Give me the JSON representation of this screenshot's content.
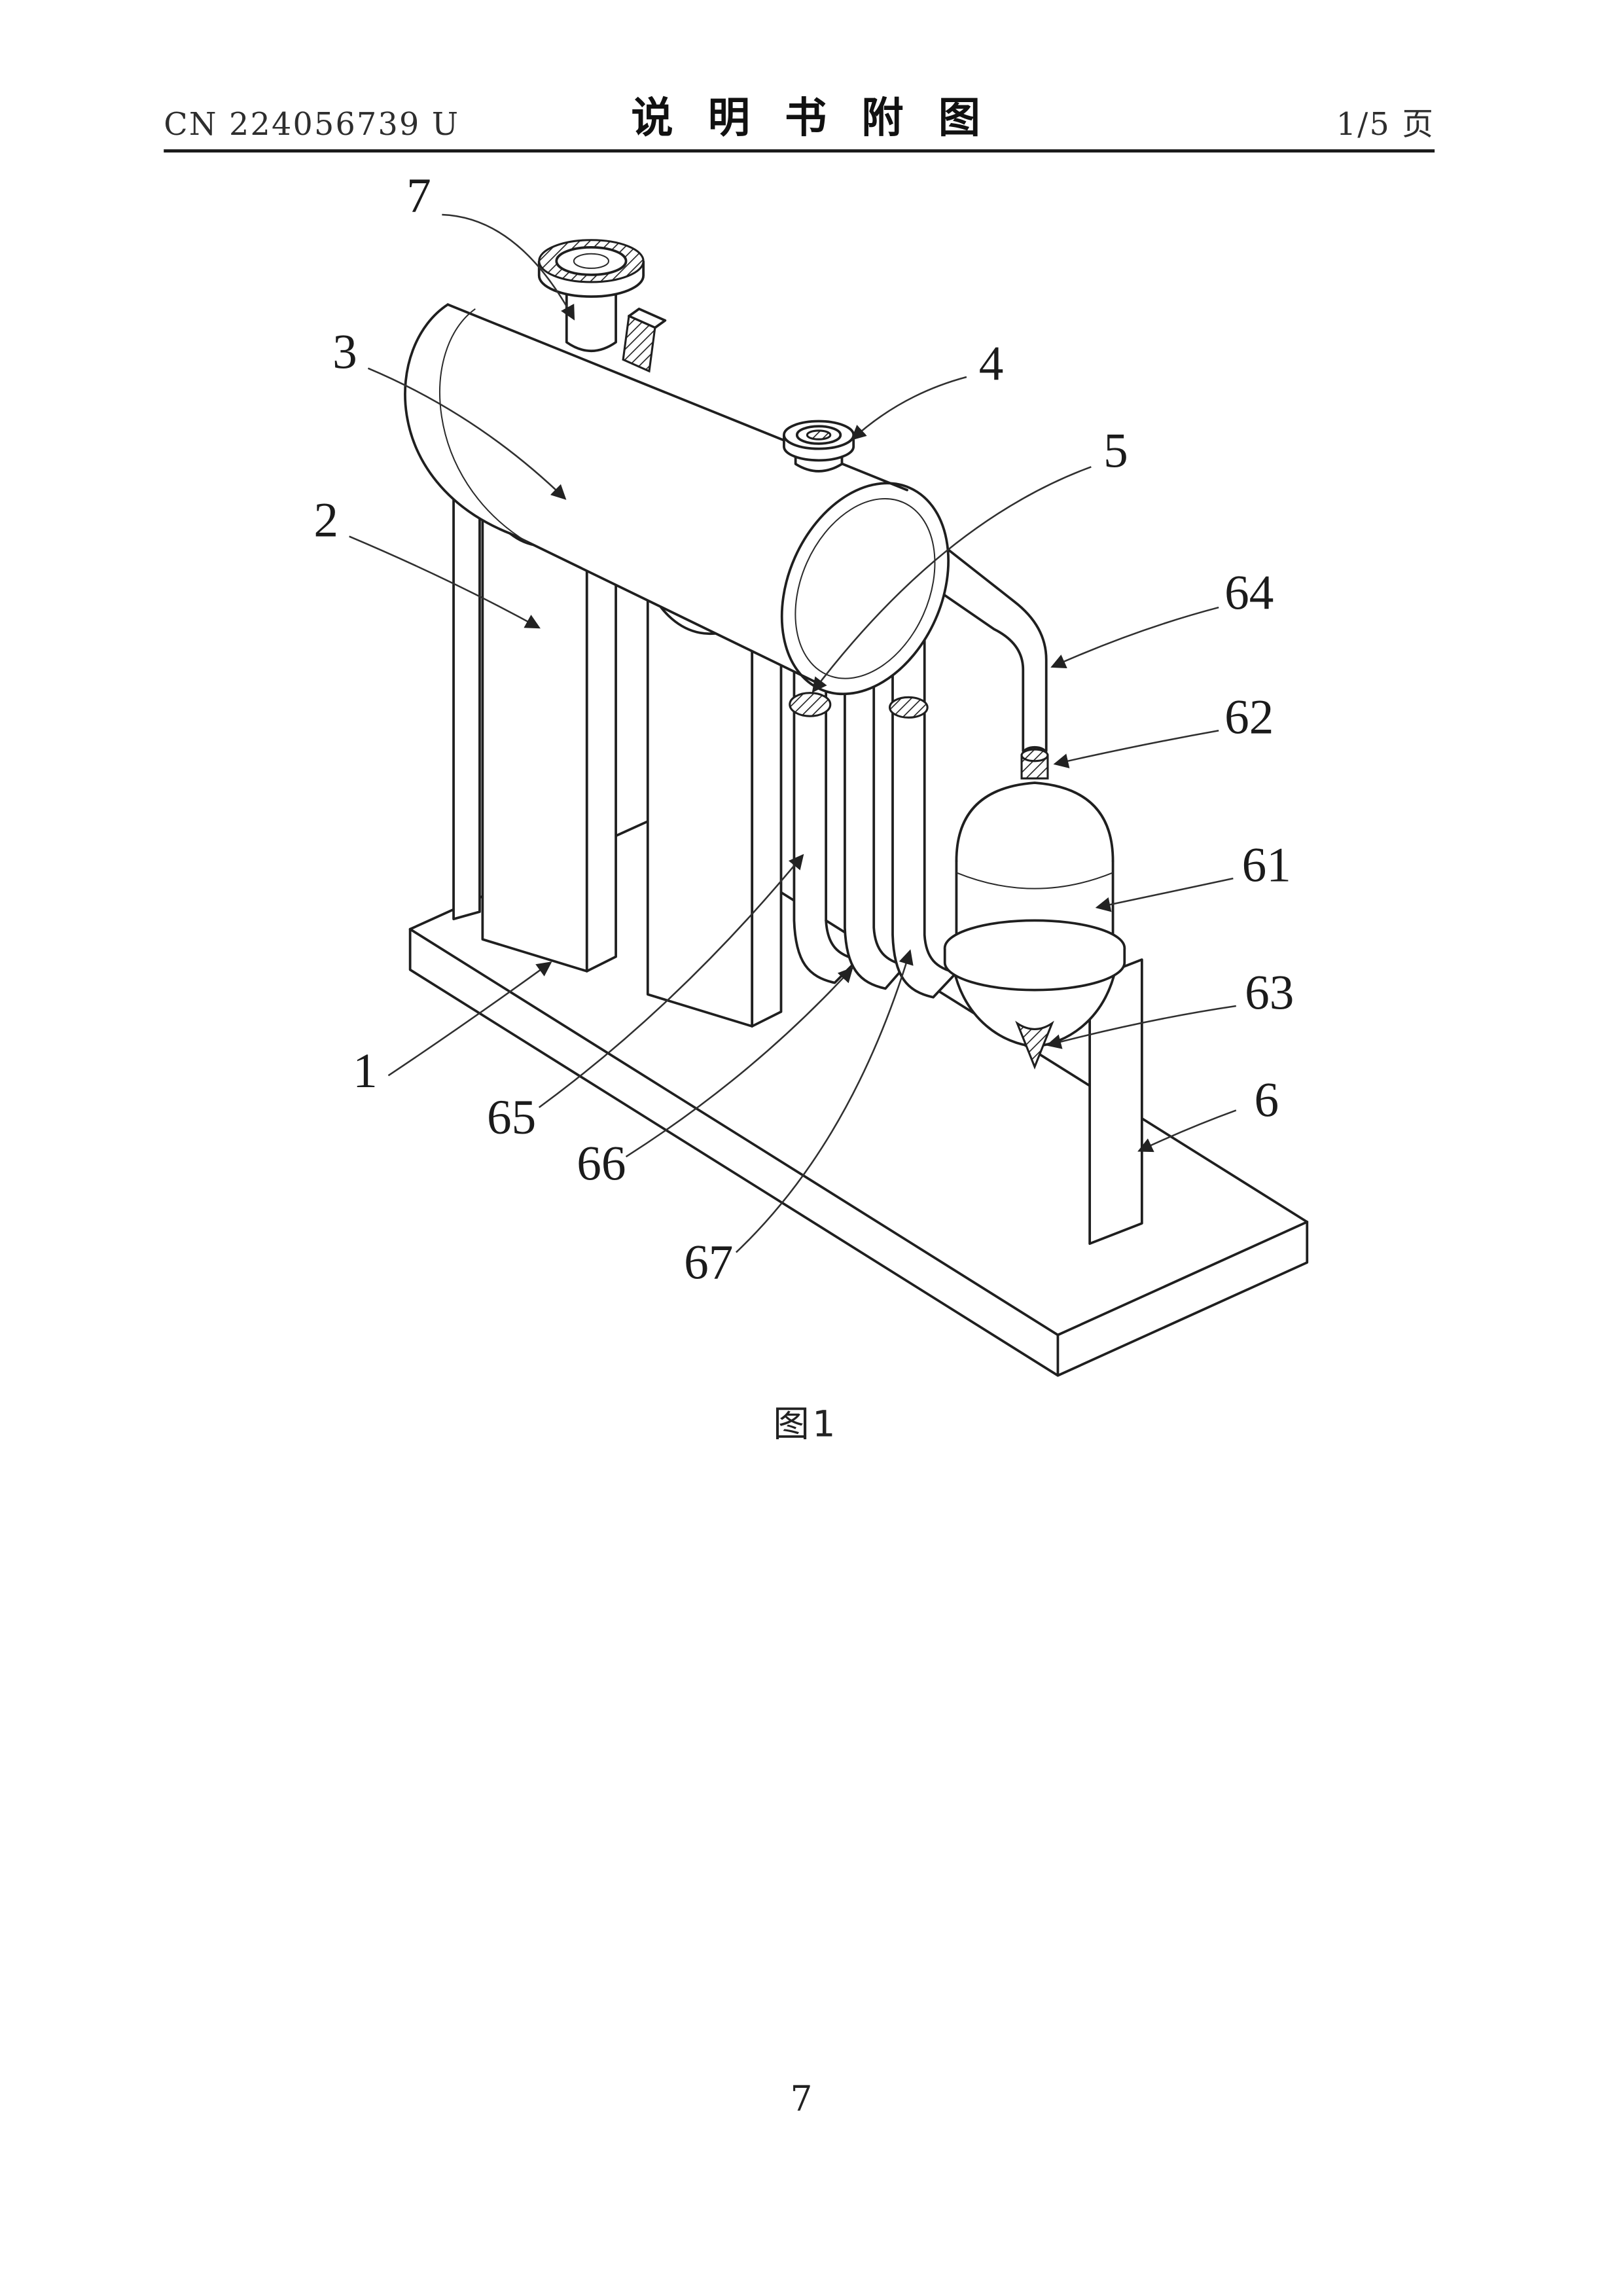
{
  "header": {
    "patent_number": "CN 224056739 U",
    "doc_title": "说明书附图",
    "page_indicator": "1/5 页"
  },
  "figure": {
    "caption": "图1",
    "labels": {
      "l1": "1",
      "l2": "2",
      "l3": "3",
      "l4": "4",
      "l5": "5",
      "l6": "6",
      "l7": "7",
      "l61": "61",
      "l62": "62",
      "l63": "63",
      "l64": "64",
      "l65": "65",
      "l66": "66",
      "l67": "67"
    }
  },
  "footer": {
    "page_number": "7"
  }
}
